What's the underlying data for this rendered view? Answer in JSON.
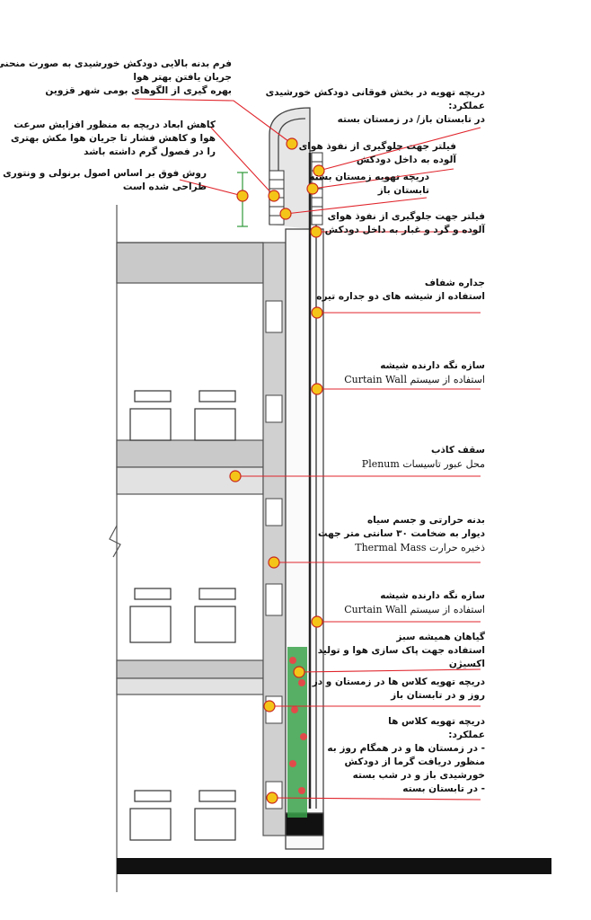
{
  "colors": {
    "leader": "#e0252c",
    "dot_fill": "#f5c418",
    "dot_stroke": "#c8281e",
    "wall": "#555555",
    "slab_fill": "#c9c9c9",
    "green": "#2e9a3a"
  },
  "annotations": [
    {
      "id": "a1",
      "lines": [
        "فرم بدنه بالایی دودکش خورشیدی به صورت منحنی",
        "جریان یافتن بهتر هوا",
        "بهره گیری از الگوهای بومی شهر قزوین"
      ]
    },
    {
      "id": "a2",
      "lines": [
        "کاهش ابعاد دریچه به منظور افزایش سرعت",
        "هوا و کاهش فشار تا جریان هوا مکش بهتری",
        "را در فصول گرم داشته باشد"
      ]
    },
    {
      "id": "a3",
      "lines": [
        "روش فوق بر اساس اصول برنولی و ونتوری",
        "طراحی شده است"
      ]
    },
    {
      "id": "a4",
      "lines": [
        "دریچه تهویه در بخش فوقانی دودکش خورشیدی",
        "عملکرد:",
        "در تابستان باز/ در زمستان بسته"
      ]
    },
    {
      "id": "a5",
      "lines": [
        "فیلتر جهت جلوگیری از نفوذ هوای",
        "آلوده به داخل دودکش"
      ]
    },
    {
      "id": "a6",
      "lines": [
        "دریچه تهویه  زمستان بسته",
        "تابستان باز"
      ]
    },
    {
      "id": "a7",
      "lines": [
        "فیلتر جهت جلوگیری از نفوذ هوای",
        "آلوده و گرد و غبار به داخل دودکش"
      ]
    },
    {
      "id": "a8",
      "lines": [
        "جداره شفاف",
        "استفاده از شیشه های دو جداره تیره"
      ]
    },
    {
      "id": "a9",
      "lines": [
        "سازه نگه دارنده شیشه",
        "استفاده از سیستم Curtain Wall"
      ]
    },
    {
      "id": "a10",
      "lines": [
        "سقف کاذب",
        "محل عبور تاسیسات  Plenum"
      ]
    },
    {
      "id": "a11",
      "lines": [
        "بدنه حرارتی و جسم سیاه",
        "دیوار به ضخامت ۳۰ سانتی متر جهت",
        "ذخیره حرارت  Thermal Mass"
      ]
    },
    {
      "id": "a12",
      "lines": [
        "سازه نگه دارنده شیشه",
        "استفاده از سیستم Curtain Wall"
      ]
    },
    {
      "id": "a13",
      "lines": [
        "گیاهان همیشه سبز",
        "استفاده جهت پاک سازی هوا و تولید",
        "اکسیژن"
      ]
    },
    {
      "id": "a14",
      "lines": [
        "دریچه تهویه کلاس ها در زمستان و در",
        "روز و در تابستان باز"
      ]
    },
    {
      "id": "a15",
      "lines": [
        "دریچه تهویه کلاس ها",
        "عملکرد:",
        "- در زمستان ها و در همگام روز به",
        "منظور دریافت گرما از دودکش",
        "خورشیدی باز و در شب بسته",
        "- در تابستان بسته"
      ]
    }
  ]
}
